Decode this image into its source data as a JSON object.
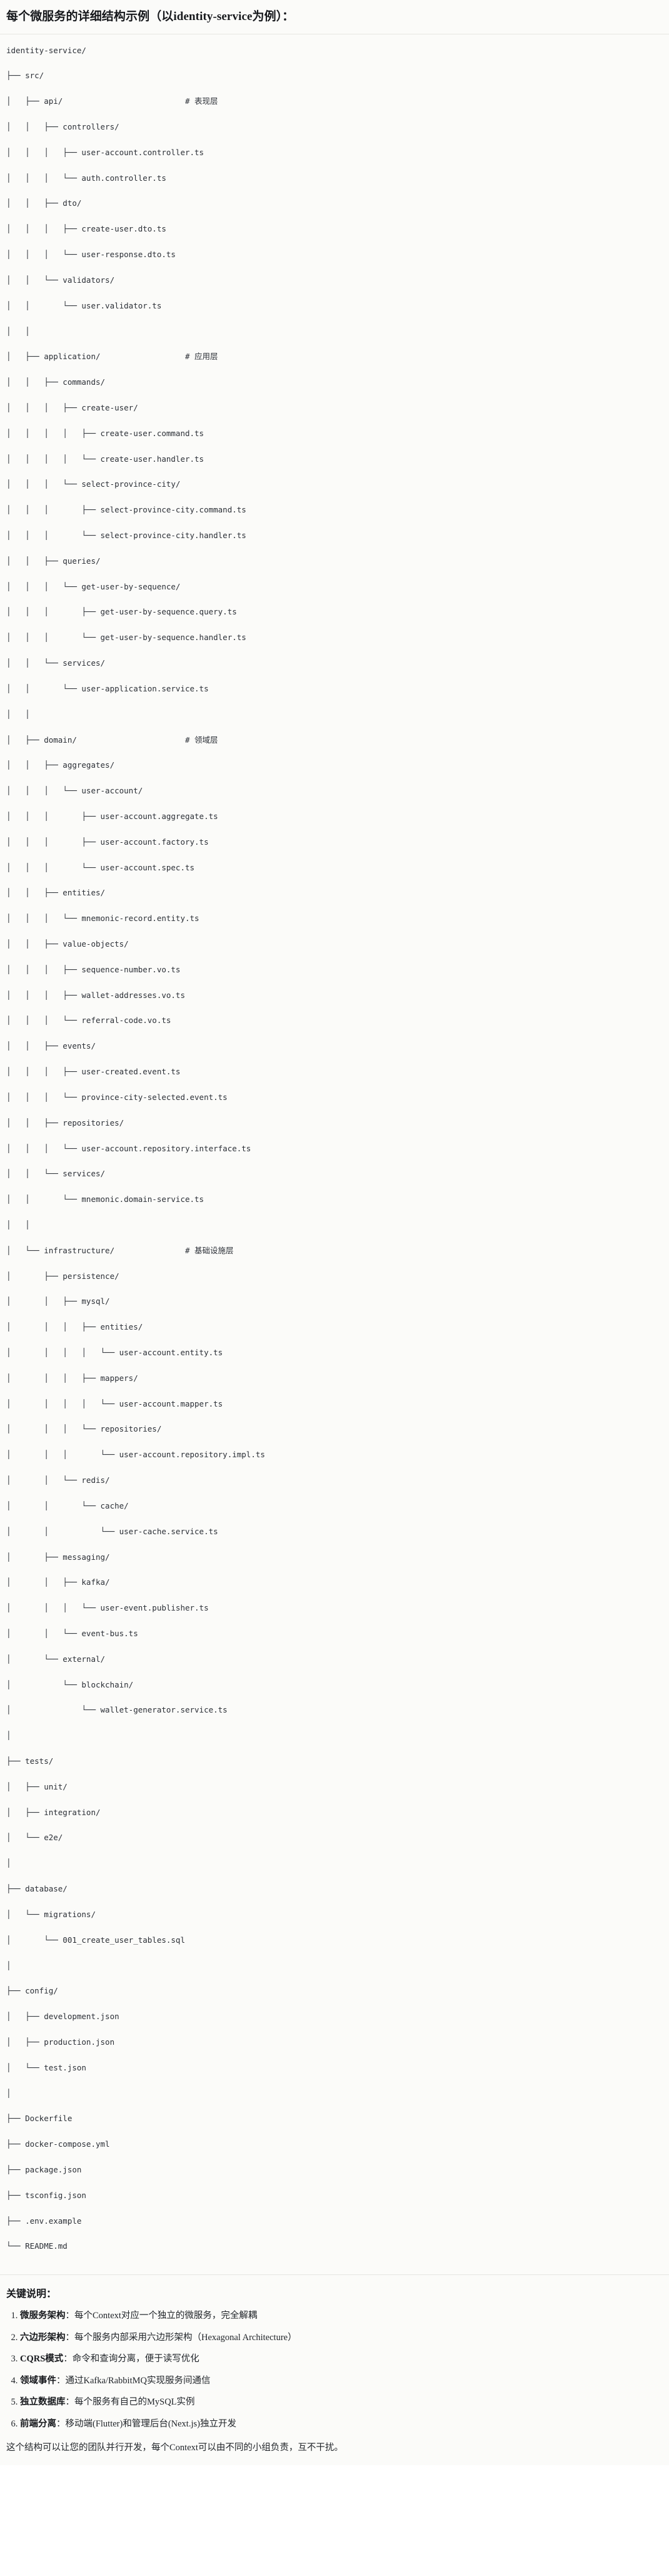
{
  "header": {
    "title": "每个微服务的详细结构示例（以identity-service为例）："
  },
  "tree": {
    "lines": [
      "identity-service/",
      "├── src/",
      "│   ├── api/                          # 表现层",
      "│   │   ├── controllers/",
      "│   │   │   ├── user-account.controller.ts",
      "│   │   │   └── auth.controller.ts",
      "│   │   ├── dto/",
      "│   │   │   ├── create-user.dto.ts",
      "│   │   │   └── user-response.dto.ts",
      "│   │   └── validators/",
      "│   │       └── user.validator.ts",
      "│   │",
      "│   ├── application/                  # 应用层",
      "│   │   ├── commands/",
      "│   │   │   ├── create-user/",
      "│   │   │   │   ├── create-user.command.ts",
      "│   │   │   │   └── create-user.handler.ts",
      "│   │   │   └── select-province-city/",
      "│   │   │       ├── select-province-city.command.ts",
      "│   │   │       └── select-province-city.handler.ts",
      "│   │   ├── queries/",
      "│   │   │   └── get-user-by-sequence/",
      "│   │   │       ├── get-user-by-sequence.query.ts",
      "│   │   │       └── get-user-by-sequence.handler.ts",
      "│   │   └── services/",
      "│   │       └── user-application.service.ts",
      "│   │",
      "│   ├── domain/                       # 领域层",
      "│   │   ├── aggregates/",
      "│   │   │   └── user-account/",
      "│   │   │       ├── user-account.aggregate.ts",
      "│   │   │       ├── user-account.factory.ts",
      "│   │   │       └── user-account.spec.ts",
      "│   │   ├── entities/",
      "│   │   │   └── mnemonic-record.entity.ts",
      "│   │   ├── value-objects/",
      "│   │   │   ├── sequence-number.vo.ts",
      "│   │   │   ├── wallet-addresses.vo.ts",
      "│   │   │   └── referral-code.vo.ts",
      "│   │   ├── events/",
      "│   │   │   ├── user-created.event.ts",
      "│   │   │   └── province-city-selected.event.ts",
      "│   │   ├── repositories/",
      "│   │   │   └── user-account.repository.interface.ts",
      "│   │   └── services/",
      "│   │       └── mnemonic.domain-service.ts",
      "│   │",
      "│   └── infrastructure/               # 基础设施层",
      "│       ├── persistence/",
      "│       │   ├── mysql/",
      "│       │   │   ├── entities/",
      "│       │   │   │   └── user-account.entity.ts",
      "│       │   │   ├── mappers/",
      "│       │   │   │   └── user-account.mapper.ts",
      "│       │   │   └── repositories/",
      "│       │   │       └── user-account.repository.impl.ts",
      "│       │   └── redis/",
      "│       │       └── cache/",
      "│       │           └── user-cache.service.ts",
      "│       ├── messaging/",
      "│       │   ├── kafka/",
      "│       │   │   └── user-event.publisher.ts",
      "│       │   └── event-bus.ts",
      "│       └── external/",
      "│           └── blockchain/",
      "│               └── wallet-generator.service.ts",
      "│",
      "├── tests/",
      "│   ├── unit/",
      "│   ├── integration/",
      "│   └── e2e/",
      "│",
      "├── database/",
      "│   └── migrations/",
      "│       └── 001_create_user_tables.sql",
      "│",
      "├── config/",
      "│   ├── development.json",
      "│   ├── production.json",
      "│   └── test.json",
      "│",
      "├── Dockerfile",
      "├── docker-compose.yml",
      "├── package.json",
      "├── tsconfig.json",
      "├── .env.example",
      "└── README.md"
    ]
  },
  "notes": {
    "title": "关键说明：",
    "items": [
      {
        "term": "微服务架构",
        "sep": "：",
        "desc": "每个Context对应一个独立的微服务，完全解耦"
      },
      {
        "term": "六边形架构",
        "sep": "：",
        "desc": "每个服务内部采用六边形架构（Hexagonal Architecture）"
      },
      {
        "term": "CQRS模式",
        "sep": "：",
        "desc": "命令和查询分离，便于读写优化"
      },
      {
        "term": "领域事件",
        "sep": "：",
        "desc": "通过Kafka/RabbitMQ实现服务间通信"
      },
      {
        "term": "独立数据库",
        "sep": "：",
        "desc": "每个服务有自己的MySQL实例"
      },
      {
        "term": "前端分离",
        "sep": "：",
        "desc": "移动端(Flutter)和管理后台(Next.js)独立开发"
      }
    ],
    "closing": "这个结构可以让您的团队并行开发，每个Context可以由不同的小组负责，互不干扰。"
  }
}
